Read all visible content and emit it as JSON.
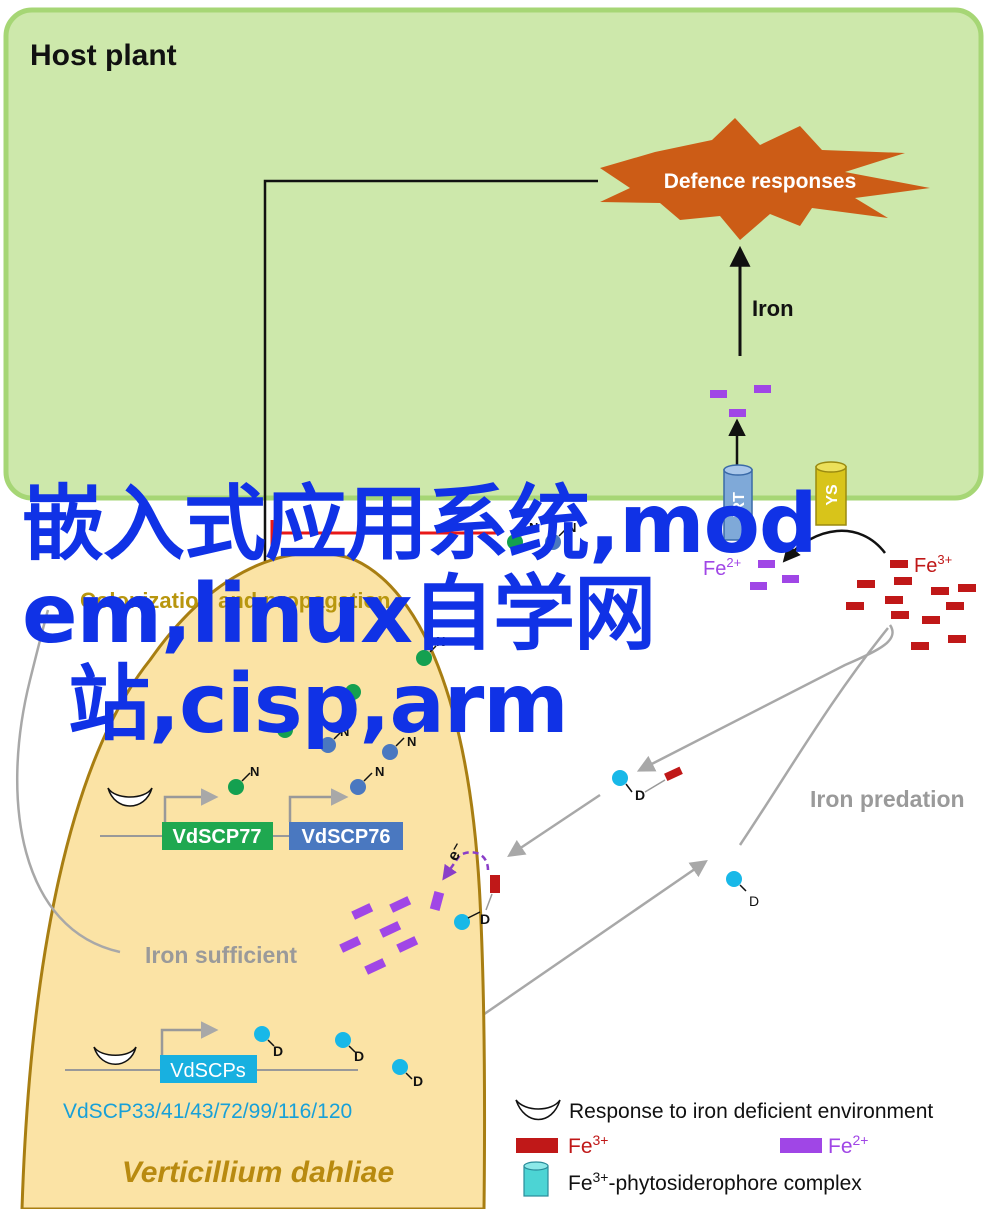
{
  "host_plant": {
    "label": "Host plant"
  },
  "defence": {
    "label": "Defence responses"
  },
  "iron_arrow": {
    "label": "Iron"
  },
  "transporters": {
    "irt": "IRT",
    "ys": "YS"
  },
  "fe2_label": {
    "base": "Fe",
    "sup": "2+"
  },
  "fe3_label": {
    "base": "Fe",
    "sup": "3+"
  },
  "colonization": {
    "label": "Colonization and propagation"
  },
  "fungus": {
    "label": "Verticillium dahliae"
  },
  "genes": {
    "scp77": "VdSCP77",
    "scp76": "VdSCP76",
    "scps": "VdSCPs",
    "family_list": "VdSCP33/41/43/72/99/116/120"
  },
  "sideroph": {
    "n": "N",
    "d": "D",
    "electron": "e⁻"
  },
  "iron_sufficient": {
    "label": "Iron sufficient"
  },
  "iron_predation": {
    "label": "Iron predation"
  },
  "legend": {
    "response": "Response to iron deficient environment",
    "fe3_base": "Fe",
    "fe3_sup": "3+",
    "fe2_base": "Fe",
    "fe2_sup": "2+",
    "complex_base": "Fe",
    "complex_sup": "3+",
    "complex_rest": "-phytosiderophore complex"
  },
  "watermark": {
    "line1": "嵌入式应用系统,mod",
    "line2": "em,linux自学网",
    "line3": "站,cisp,arm"
  },
  "colors": {
    "host_fill": "#cde8ab",
    "host_border": "#9fd36a",
    "fungus_fill": "#fbe3a5",
    "fungus_border": "#a87e12",
    "defence_burst": "#cc5c16",
    "fe3": "#c01818",
    "fe2": "#a046e6",
    "green_dot": "#14a050",
    "blue_dot": "#4a78c0",
    "cyan_dot": "#18b8e8",
    "scp77": "#1fa850",
    "scp76": "#4a78c0",
    "scps": "#18b0e0",
    "watermark": "#1032e6",
    "grey_text": "#9a9a9a"
  }
}
